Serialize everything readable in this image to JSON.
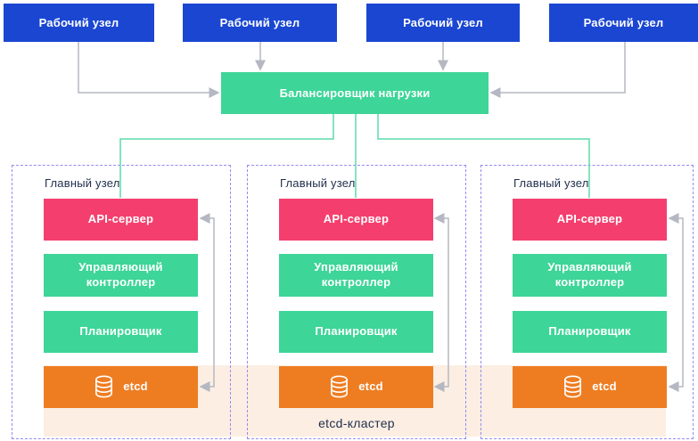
{
  "worker_nodes": [
    {
      "label": "Рабочий узел"
    },
    {
      "label": "Рабочий узел"
    },
    {
      "label": "Рабочий узел"
    },
    {
      "label": "Рабочий узел"
    }
  ],
  "load_balancer": {
    "label": "Балансировщик нагрузки"
  },
  "master_nodes": [
    {
      "title": "Главный узел",
      "components": [
        {
          "label": "API-сервер"
        },
        {
          "label": "Управляющий контроллер"
        },
        {
          "label": "Планировщик"
        },
        {
          "label": "etcd",
          "icon": "database-icon"
        }
      ]
    },
    {
      "title": "Главный узел",
      "components": [
        {
          "label": "API-сервер"
        },
        {
          "label": "Управляющий контроллер"
        },
        {
          "label": "Планировщик"
        },
        {
          "label": "etcd",
          "icon": "database-icon"
        }
      ]
    },
    {
      "title": "Главный узел",
      "components": [
        {
          "label": "API-сервер"
        },
        {
          "label": "Управляющий контроллер"
        },
        {
          "label": "Планировщик"
        },
        {
          "label": "etcd",
          "icon": "database-icon"
        }
      ]
    }
  ],
  "etcd_cluster": {
    "label": "etcd-кластер"
  },
  "colors": {
    "worker_node": "#1A46D2",
    "load_balancer": "#3DD598",
    "api_server": "#F43F6E",
    "controller_and_scheduler": "#3DD598",
    "etcd": "#EE7D22",
    "etcd_cluster_background": "#FCEEE2",
    "master_node_border": "#938CF1",
    "connector_gray": "#B5B8C2",
    "connector_green": "#5CDBAA",
    "label_text": "#22304E"
  }
}
